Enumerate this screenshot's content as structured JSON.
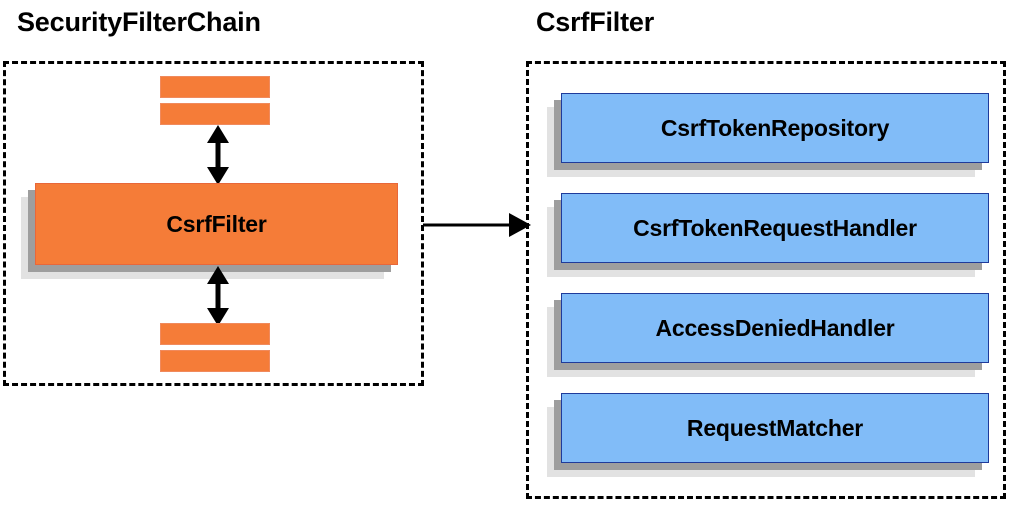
{
  "diagram": {
    "title_left": "SecurityFilterChain",
    "title_right": "CsrfFilter",
    "colors": {
      "orange_fill": "#f57c38",
      "orange_border": "#e8673a",
      "blue_fill": "#81bcf8",
      "blue_border": "#1f3b9b",
      "shadow_mid": "#9e9e9e",
      "shadow_back": "#e2e2e2",
      "outline": "#000000",
      "background": "#ffffff"
    },
    "left_panel": {
      "name": "SecurityFilterChain",
      "center_node": "CsrfFilter",
      "filters_above_count": 2,
      "filters_below_count": 2,
      "bars_above": [
        "",
        ""
      ],
      "bars_below": [
        "",
        ""
      ]
    },
    "right_panel": {
      "name": "CsrfFilter",
      "collaborators": [
        "CsrfTokenRepository",
        "CsrfTokenRequestHandler",
        "AccessDeniedHandler",
        "RequestMatcher"
      ]
    },
    "connections": {
      "cross_panel": "SecurityFilterChain.CsrfFilter -> CsrfFilter",
      "vertical_above": "bidirectional",
      "vertical_below": "bidirectional"
    }
  }
}
